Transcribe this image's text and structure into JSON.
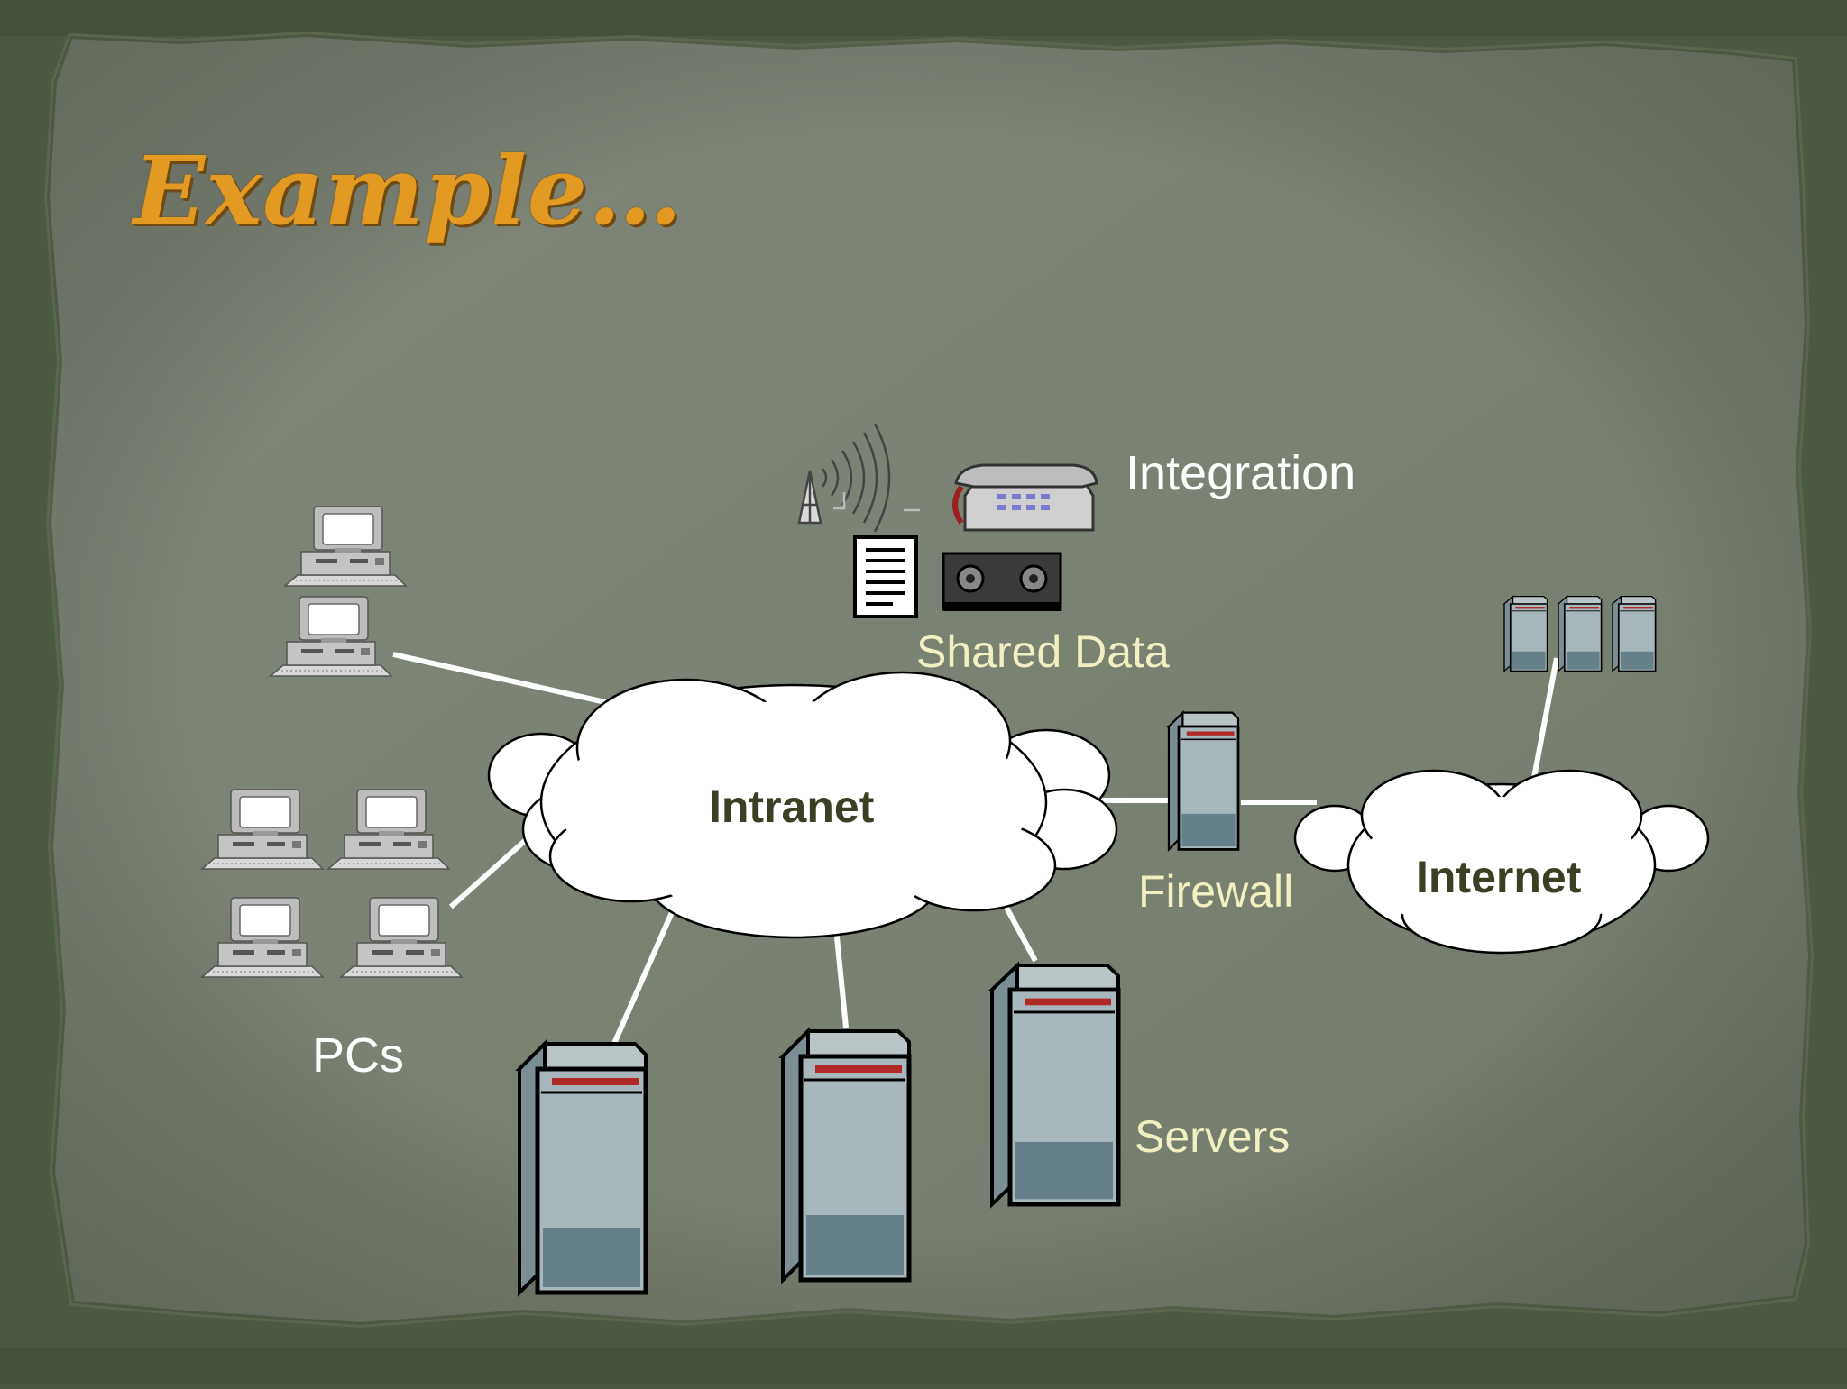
{
  "slide": {
    "title": "Example…"
  },
  "labels": {
    "integration": "Integration",
    "shared_data": "Shared Data",
    "intranet": "Intranet",
    "firewall": "Firewall",
    "internet": "Internet",
    "pcs": "PCs",
    "servers": "Servers"
  },
  "colors": {
    "title": "#e39a22",
    "background_frame": "#4d5a43",
    "background_panel": "#7d8576",
    "white_label": "#ffffff",
    "cream_label": "#f2f0c0",
    "cloud_label": "#3b3f24",
    "server_face": "#9fb2b8",
    "server_red_stripe": "#b02a2a"
  },
  "icons": {
    "pc": "desktop-computer-icon",
    "server": "server-tower-icon",
    "firewall": "firewall-tower-icon",
    "antenna": "radio-antenna-icon",
    "phone": "telephone-icon",
    "document": "document-icon",
    "tape": "video-tape-icon",
    "cloud": "cloud-icon"
  }
}
